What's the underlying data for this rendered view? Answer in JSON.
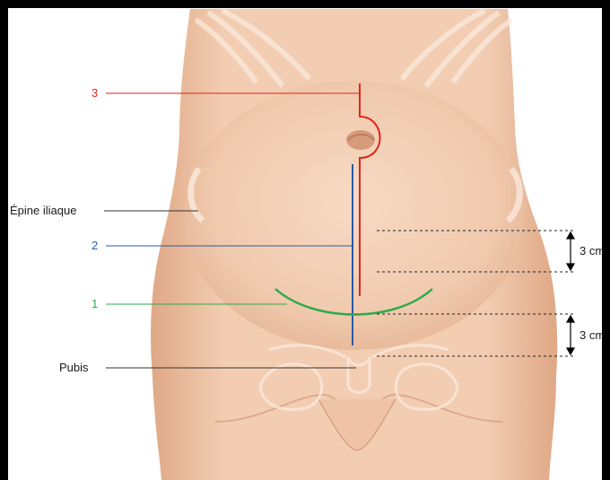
{
  "labels": {
    "incision_3": "3",
    "epine_iliaque": "Épine iliaque",
    "incision_2": "2",
    "incision_1": "1",
    "pubis": "Pubis",
    "dim_upper": "3 cm",
    "dim_lower": "3 cm"
  },
  "colors": {
    "skin": "#f3cfb4",
    "skin_shade": "#e6b697",
    "bone": "#fbe9dc",
    "incision_3": "#e2231a",
    "incision_2": "#2a5aa6",
    "incision_1": "#2faa4a",
    "leader": "#333333"
  }
}
